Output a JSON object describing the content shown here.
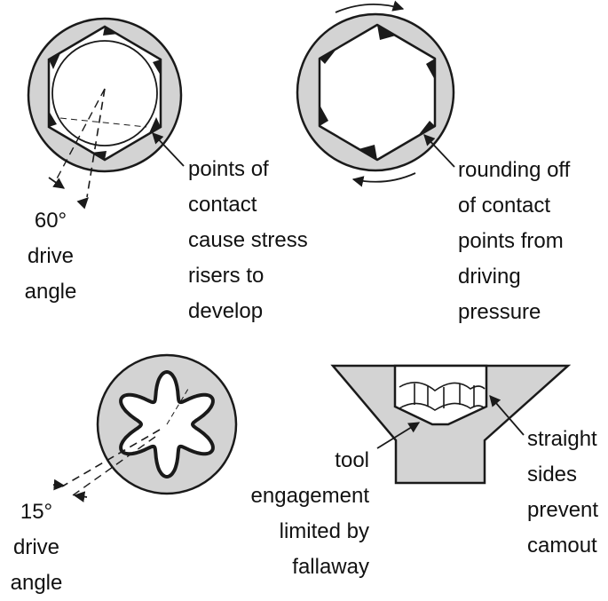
{
  "colors": {
    "fill": "#d3d3d3",
    "stroke": "#1a1a1a",
    "background": "#ffffff"
  },
  "panel_1": {
    "angle_label": [
      "60°",
      "drive",
      "angle"
    ],
    "callout": [
      "points of",
      "contact",
      "cause stress",
      "risers to",
      "develop"
    ]
  },
  "panel_2": {
    "callout": [
      "rounding off",
      "of contact",
      "points from",
      "driving",
      "pressure"
    ]
  },
  "panel_3": {
    "angle_label": [
      "15°",
      "drive",
      "angle"
    ]
  },
  "panel_4": {
    "left_callout": [
      "tool",
      "engagement",
      "limited by",
      "fallaway"
    ],
    "right_callout": [
      "straight",
      "sides",
      "prevent",
      "camout"
    ]
  }
}
